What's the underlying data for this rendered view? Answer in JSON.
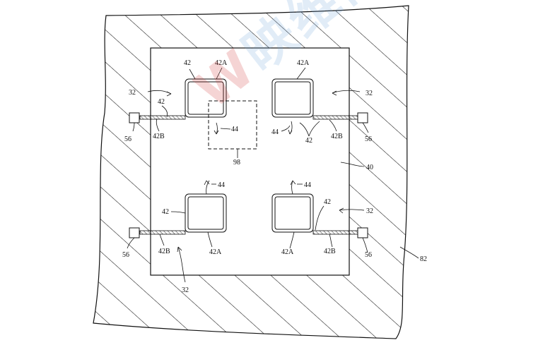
{
  "labels": {
    "l32_tl": "32",
    "l42_tl": "42",
    "l42A_tl": "42A",
    "l42_tl2": "42",
    "l42B_tl": "42B",
    "l56_tl": "56",
    "l44_98": "44",
    "l98": "98",
    "l42A_tr": "42A",
    "l32_tr": "32",
    "l44_tr": "44",
    "l42_tr": "42",
    "l42B_tr": "42B",
    "l56_tr": "56",
    "l40": "40",
    "l44_bl": "44",
    "l42_bl": "42",
    "l56_bl": "56",
    "l42B_bl": "42B",
    "l42A_bl": "42A",
    "l32_bl": "32",
    "l44_br": "44",
    "l42_br": "42",
    "l32_br": "32",
    "l42A_br": "42A",
    "l42B_br": "42B",
    "l56_br": "56",
    "l82": "82"
  },
  "watermark": {
    "red_part": "W",
    "blue_part": "映维网"
  }
}
